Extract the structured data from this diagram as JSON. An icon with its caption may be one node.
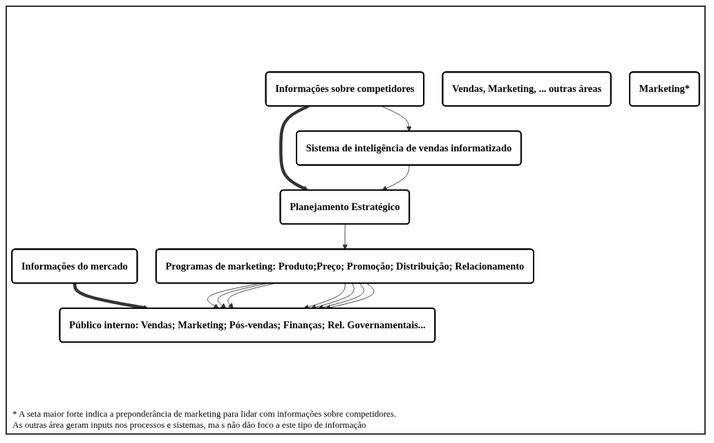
{
  "diagram": {
    "nodes": [
      {
        "text": [
          "Informações do mercado"
        ]
      },
      {
        "text": [
          "Informações sobre competidores"
        ]
      },
      {
        "text": [
          "Vendas, Marketing, ... outras áreas"
        ]
      },
      {
        "text": [
          "Marketing*"
        ]
      },
      {
        "text": [
          "Sistema de inteligência de vendas informatizado"
        ]
      },
      {
        "text": [
          "Planejamento Estratégico"
        ]
      },
      {
        "text": [
          "Programas de marketing: Produto;Preço; Promoção; Distribuição; Relacionamento"
        ]
      },
      {
        "text": [
          "Público interno: Vendas; Marketing; Pós-vendas; Finanças; Rel. Governamentais..."
        ]
      }
    ],
    "edges": [
      {
        "from": 0,
        "to": 7,
        "arrow": "to",
        "style": "thick"
      },
      {
        "from": 1,
        "to": 4,
        "arrow": "to"
      },
      {
        "from": 1,
        "to": 5,
        "arrow": "to",
        "style": "thick"
      },
      {
        "from": 4,
        "to": 5,
        "arrow": "to"
      },
      {
        "from": 5,
        "to": 6,
        "arrow": "to"
      },
      {
        "from": 6,
        "to": 7,
        "arrow": "to"
      },
      {
        "from": 6,
        "to": 7,
        "arrow": "to"
      },
      {
        "from": 6,
        "to": 7,
        "arrow": "to"
      },
      {
        "from": 6,
        "to": 7,
        "arrow": "to"
      },
      {
        "from": 6,
        "to": 7,
        "arrow": "to"
      },
      {
        "from": 6,
        "to": 7,
        "arrow": "to"
      },
      {
        "from": 6,
        "to": 7,
        "arrow": "to"
      }
    ],
    "labels": [
      "* A seta maior forte indica a preponderância de marketing para lidar com informações sobre competidores.",
      "As outras área geram inputs nos processos e sistemas, ma s não dão foco a este tipo de informação"
    ]
  }
}
